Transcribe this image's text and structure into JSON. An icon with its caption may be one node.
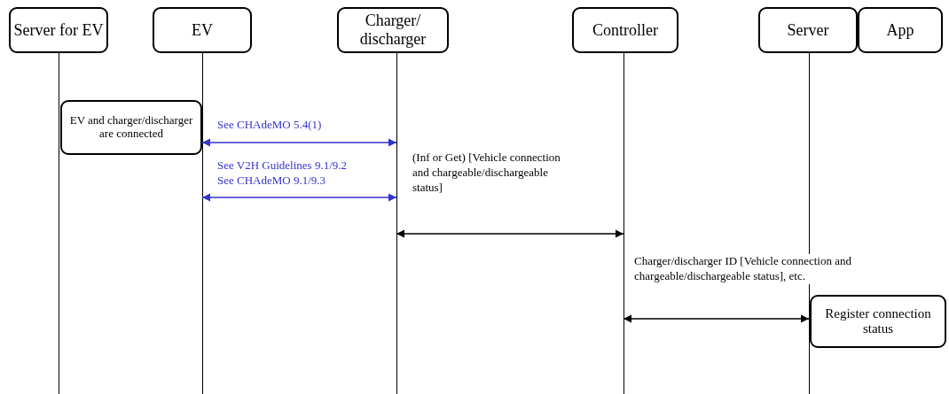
{
  "diagram": {
    "nodes": [
      {
        "text": [
          "Server for EV"
        ]
      },
      {
        "text": [
          "EV"
        ]
      },
      {
        "text": [
          "Charger/ discharger"
        ]
      },
      {
        "text": [
          "Controller"
        ]
      },
      {
        "text": [
          "Server"
        ]
      },
      {
        "text": [
          "App"
        ]
      },
      {
        "text": [
          "EV and charger/discharger are connected"
        ]
      },
      {
        "text": [
          "Register connection status"
        ]
      }
    ],
    "edges": [
      {
        "from": 1,
        "to": 2,
        "arrow": "both",
        "label": "See CHAdeMO 5.4(1)",
        "color": "#3333cc"
      },
      {
        "from": 1,
        "to": 2,
        "arrow": "both",
        "label": "See V2H Guidelines 9.1/9.2 See CHAdeMO 9.1/9.3",
        "color": "#3333cc"
      },
      {
        "from": 2,
        "to": 3,
        "arrow": "both",
        "label": "(Inf or Get) [Vehicle connection and chargeable/dischargeable status]",
        "color": "#000000"
      },
      {
        "from": 3,
        "to": 4,
        "arrow": "both",
        "label": "Charger/discharger ID [Vehicle connection and chargeable/dischargeable status], etc.",
        "color": "#000000"
      }
    ]
  }
}
